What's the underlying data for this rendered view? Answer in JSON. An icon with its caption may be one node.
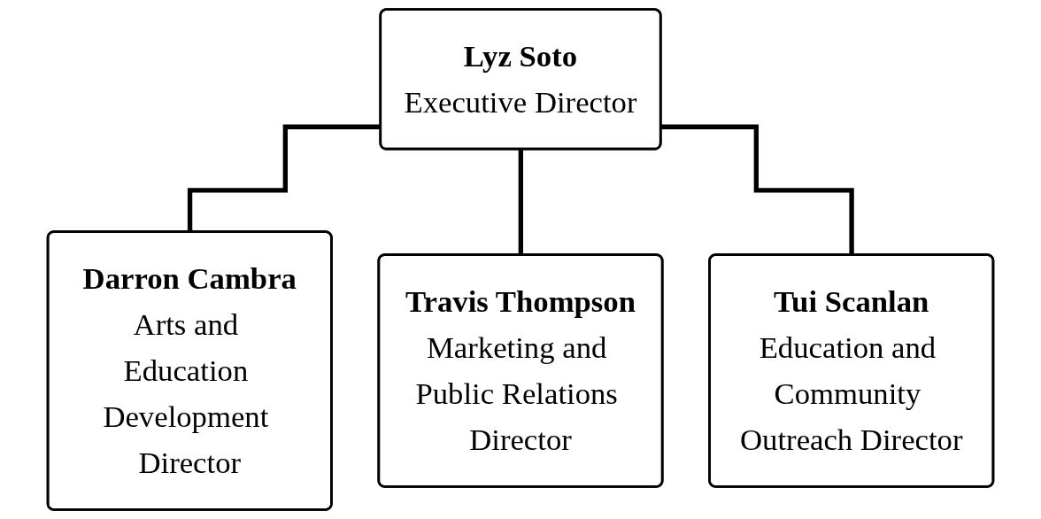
{
  "diagram": {
    "nodes": [
      {
        "text": [
          "Lyz Soto",
          "Executive Director"
        ]
      },
      {
        "text": [
          "Darron Cambra",
          "Arts and Education Development Director"
        ]
      },
      {
        "text": [
          "Travis Thompson",
          "Marketing and Public Relations Director"
        ]
      },
      {
        "text": [
          "Tui Scanlan",
          "Education and Community Outreach Director"
        ]
      }
    ],
    "edges": [
      {
        "from": 0,
        "to": 1,
        "arrow": "none"
      },
      {
        "from": 0,
        "to": 2,
        "arrow": "none"
      },
      {
        "from": 0,
        "to": 3,
        "arrow": "none"
      }
    ]
  }
}
